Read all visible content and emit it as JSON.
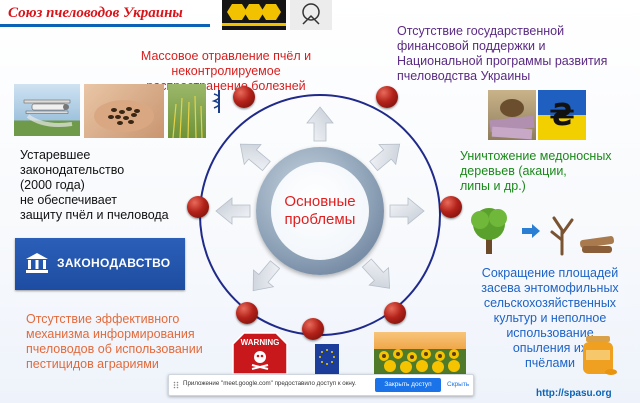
{
  "slide": {
    "title": "Союз пчеловодов Украины",
    "center": {
      "line1": "Основные",
      "line2": "проблемы"
    },
    "problems": [
      {
        "lines": [
          "Массовое отравление пчёл и",
          "неконтролируемое распространение болезней"
        ]
      },
      {
        "lines": [
          "Отсутствие государственной",
          "финансовой поддержки и",
          "Национальной программы развития",
          "пчеловодства Украины"
        ]
      },
      {
        "lines": [
          "Уничтожение медоносных",
          "деревьев (акации,",
          "липы и др.)"
        ]
      },
      {
        "lines": [
          "Сокращение площадей",
          "засева энтомофильных",
          "сельскохозяйственных",
          "культур и неполное",
          "использование",
          "опыления их",
          "пчёлами"
        ]
      },
      {
        "lines": [
          "Отсутствие эффективного",
          "механизма информирования",
          "пчеловодов об использовании",
          "пестицидов аграриями"
        ]
      },
      {
        "lines": [
          "Устаревшее",
          "законодательство",
          "(2000 года)",
          "не обеспечивает",
          "защиту пчёл и пчеловода"
        ]
      }
    ],
    "zakon_label": "ЗАКОНОДАВСТВО",
    "warning_sign": "WARNING",
    "footer_link": "http://spasu.org",
    "colors": {
      "title": "#d8141a",
      "node": "#b3221a",
      "ring": "#1f2a8a"
    }
  },
  "meet_bar": {
    "message": "Приложение \"meet.google.com\" предоставило доступ к окну.",
    "stop_button": "Закрыть доступ",
    "hide_button": "Скрыть"
  }
}
